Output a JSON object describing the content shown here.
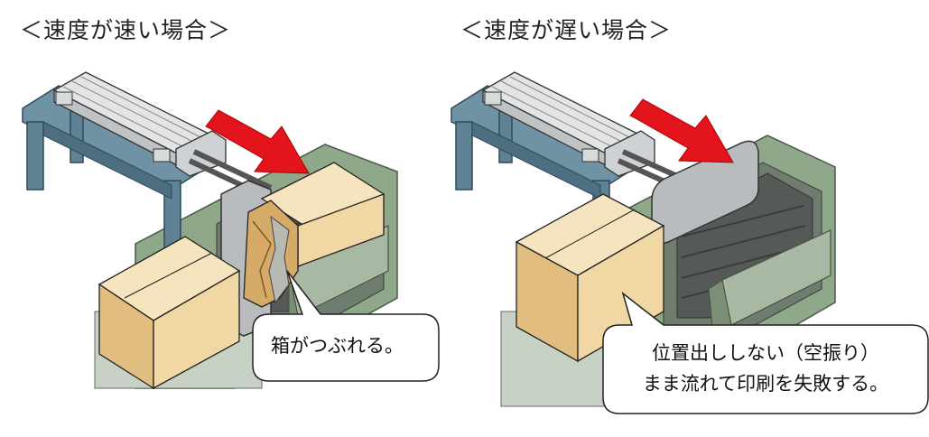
{
  "left_panel": {
    "title": "＜速度が速い場合＞",
    "callout": "箱がつぶれる。"
  },
  "right_panel": {
    "title": "＜速度が遅い場合＞",
    "callout_line1": "位置出ししない（空振り）",
    "callout_line2": "まま流れて印刷を失敗する。"
  },
  "colors": {
    "frame": "#5f8294",
    "frame_dark": "#3e5f70",
    "cylinder": "#d2d5d7",
    "conveyor_green": "#a8c3a0",
    "conveyor_dark": "#6f7d70",
    "belt": "#5c5f5c",
    "box_front": "#f1d7a4",
    "box_side": "#d6aa67",
    "box_top": "#f6e4bf",
    "arrow": "#e3141b",
    "pusher": "#b9bcbe"
  }
}
